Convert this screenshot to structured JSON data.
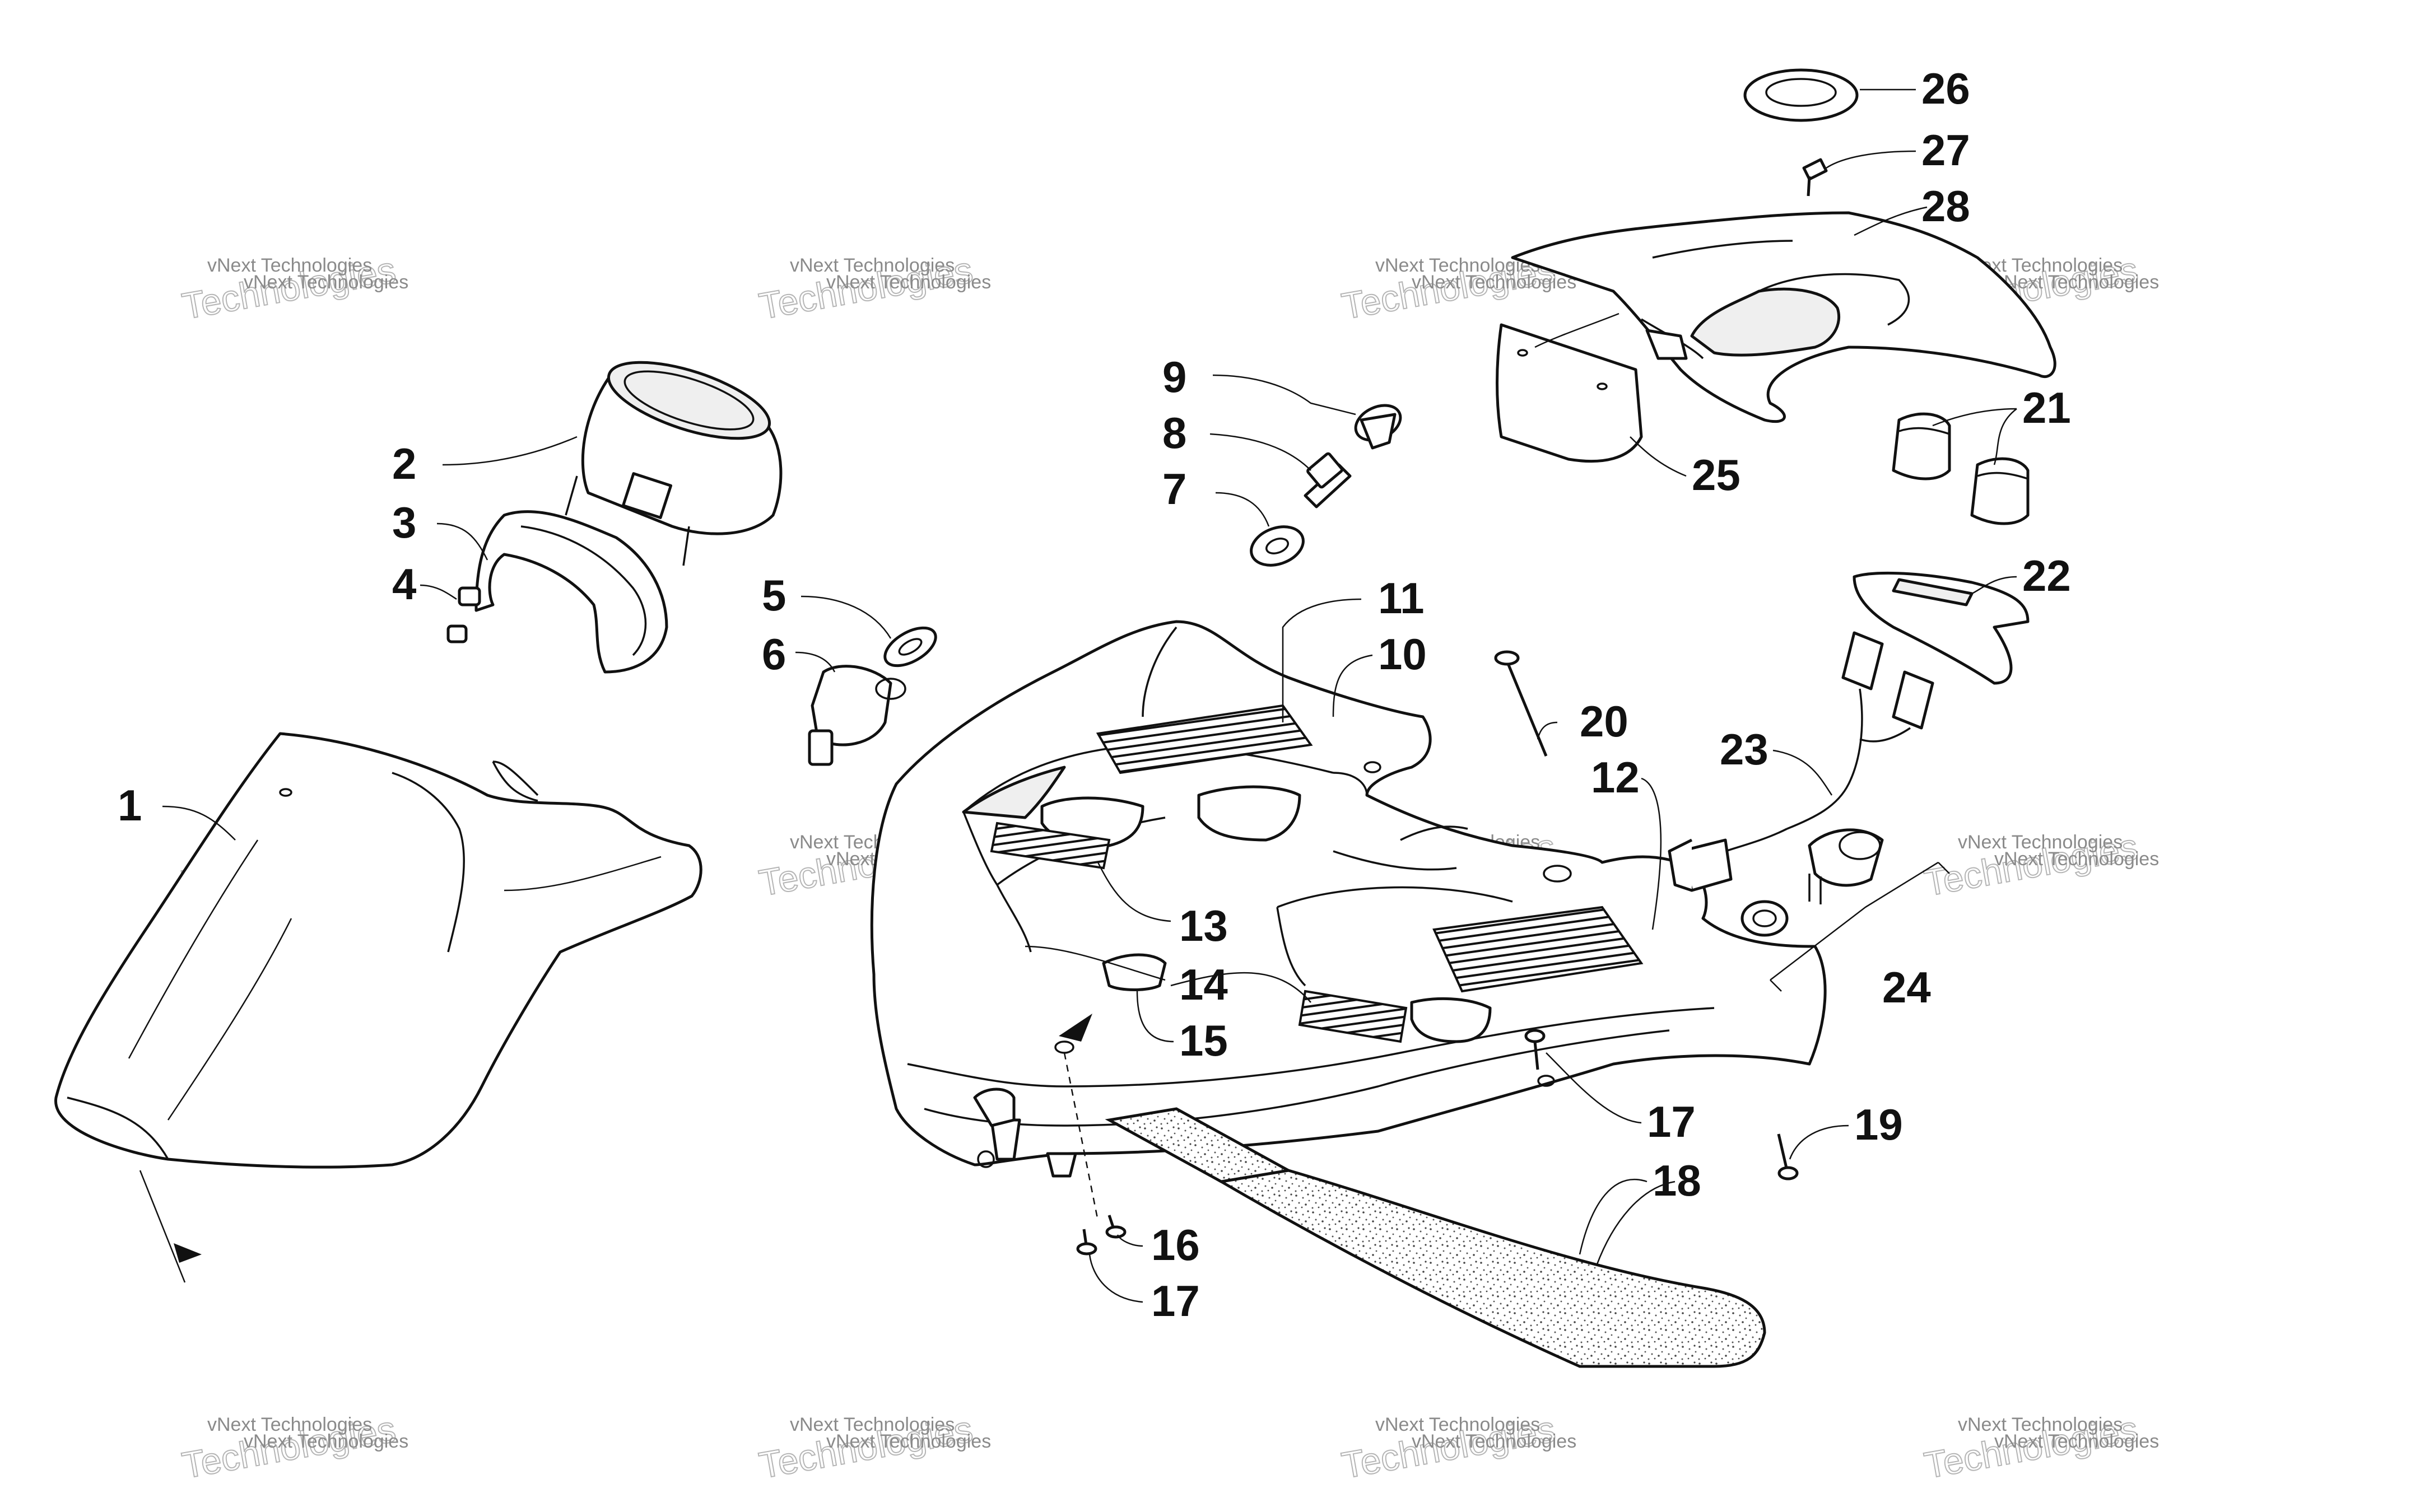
{
  "diagram": {
    "callouts": [
      "1",
      "2",
      "3",
      "4",
      "5",
      "6",
      "7",
      "8",
      "9",
      "10",
      "11",
      "12",
      "13",
      "14",
      "15",
      "16",
      "17",
      "17",
      "18",
      "19",
      "20",
      "21",
      "22",
      "23",
      "24",
      "25",
      "26",
      "27",
      "28"
    ],
    "watermark": {
      "line1": "vNext Technologies",
      "line2_top": "vNext",
      "line2_bottom": "Technologies"
    },
    "colors": {
      "ink": "#111111",
      "watermark": "#8a8a8a",
      "background": "#ffffff"
    }
  }
}
